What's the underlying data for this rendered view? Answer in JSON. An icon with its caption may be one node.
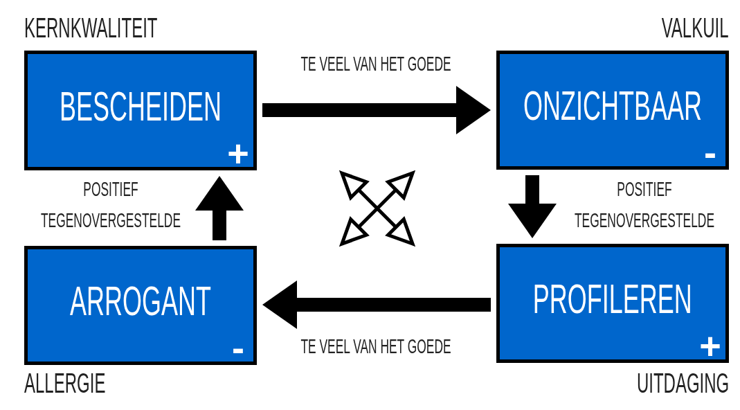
{
  "diagram": {
    "nodes": [
      {
        "text": [
          "KERNKWALITEIT",
          "BESCHEIDEN",
          "+"
        ]
      },
      {
        "text": [
          "VALKUIL",
          "ONZICHTBAAR",
          "-"
        ]
      },
      {
        "text": [
          "ARROGANT",
          "-",
          "ALLERGIE"
        ]
      },
      {
        "text": [
          "PROFILEREN",
          "+",
          "UITDAGING"
        ]
      }
    ],
    "edges": [
      {
        "from": 0,
        "to": 1,
        "arrow": "to",
        "label": "TE VEEL VAN HET GOEDE"
      },
      {
        "from": 1,
        "to": 3,
        "arrow": "to",
        "label": "POSITIEF TEGENOVERGESTELDE"
      },
      {
        "from": 3,
        "to": 2,
        "arrow": "to",
        "label": "TE VEEL VAN HET GOEDE"
      },
      {
        "from": 2,
        "to": 0,
        "arrow": "to",
        "label": "POSITIEF TEGENOVERGESTELDE"
      }
    ]
  }
}
